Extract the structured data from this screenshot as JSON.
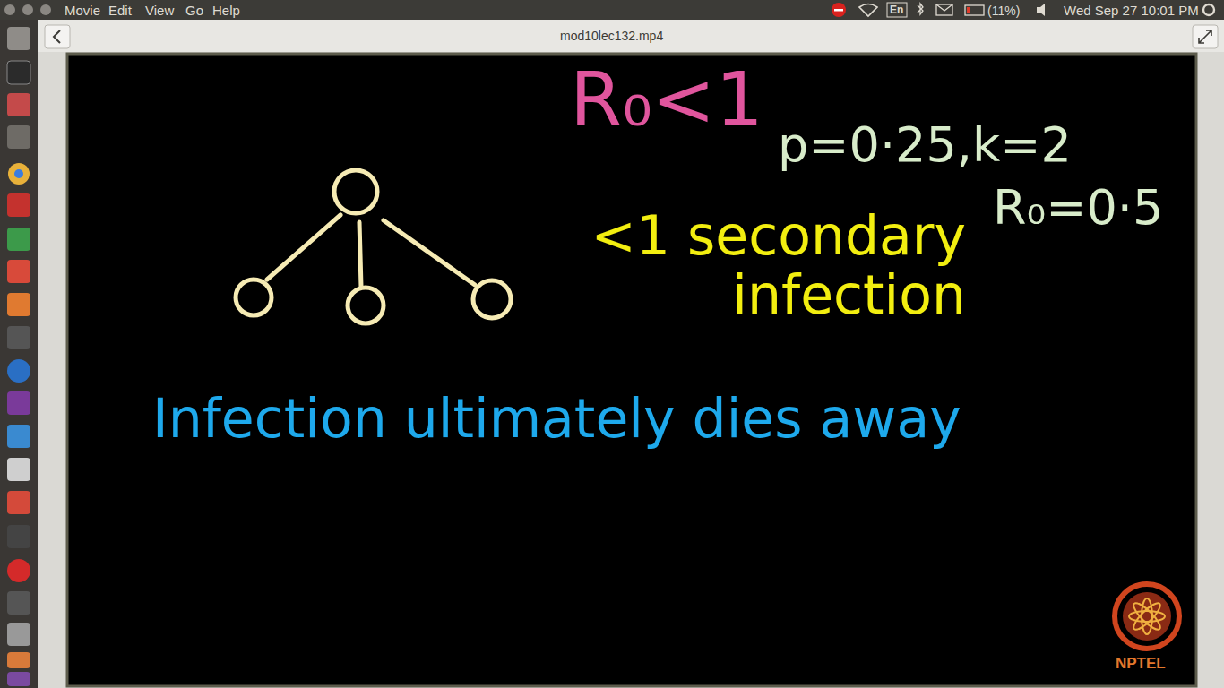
{
  "diagram": {
    "labels": [
      "Movie",
      "Edit",
      "View",
      "Go",
      "Help",
      "En",
      "(11%)",
      "Wed Sep 27 10:01 PM",
      "mod10lec132.mp4",
      "R₀<1",
      "p=0·25,k=2",
      "R₀=0·5",
      "<1 secondary infection",
      "Infection ultimately dies away",
      "NPTEL"
    ]
  }
}
